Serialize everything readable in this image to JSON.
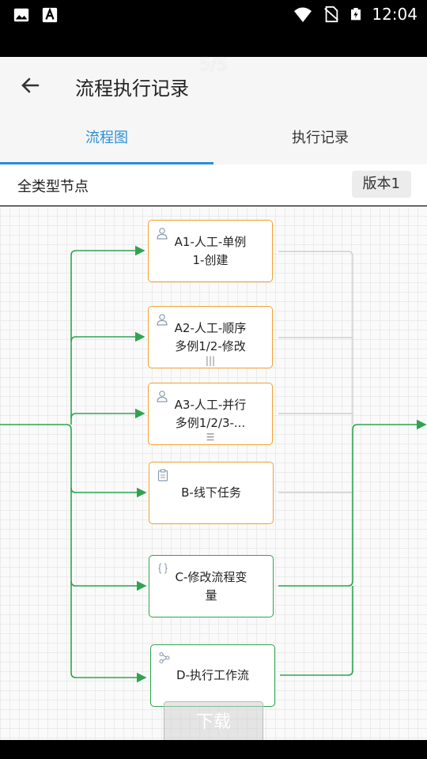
{
  "status": {
    "time": "12:04",
    "left_icons": [
      "image-icon",
      "font-icon"
    ],
    "right_icons": [
      "wifi-icon",
      "no-sim-icon",
      "battery-charging-icon"
    ]
  },
  "appbar": {
    "title": "流程执行记录",
    "pager": "5/5"
  },
  "tabs": [
    {
      "label": "流程图",
      "active": true
    },
    {
      "label": "执行记录",
      "active": false
    }
  ],
  "info": {
    "label": "全类型节点",
    "version": "版本1"
  },
  "nodes": [
    {
      "text_lines": [
        "A1-人工-单例",
        "1-创建"
      ],
      "icon": "user-icon",
      "marker": "",
      "status": "orange"
    },
    {
      "text_lines": [
        "A2-人工-顺序",
        "多例1/2-修改"
      ],
      "icon": "user-icon",
      "marker": "|||",
      "status": "orange"
    },
    {
      "text_lines": [
        "A3-人工-并行",
        "多例1/2/3-..."
      ],
      "icon": "user-icon",
      "marker": "☰",
      "status": "orange"
    },
    {
      "text_lines": [
        "B-线下任务"
      ],
      "icon": "clipboard-icon",
      "marker": "",
      "status": "orange"
    },
    {
      "text_lines": [
        "C-修改流程变",
        "量"
      ],
      "icon": "braces-icon",
      "marker": "",
      "status": "green"
    },
    {
      "text_lines": [
        "D-执行工作流"
      ],
      "icon": "share-nodes-icon",
      "marker": "",
      "status": "green"
    }
  ],
  "colors": {
    "orange_border": "#f0a030",
    "green_border": "#2ea44f",
    "accent": "#2a8fd6",
    "wire_gray": "#cfcfcf"
  },
  "download": {
    "label": "下载"
  }
}
